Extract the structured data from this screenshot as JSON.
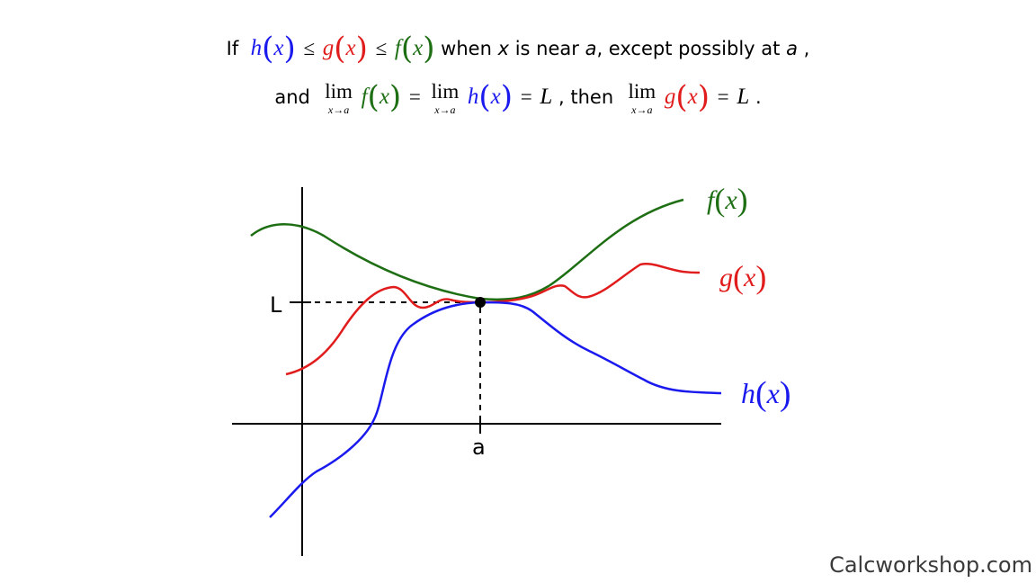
{
  "colors": {
    "h": "#1a1aee",
    "g": "#e01c1c",
    "f": "#1e6e14",
    "axes": "#000000",
    "credit": "#3a3a3a"
  },
  "statement": {
    "if": "If",
    "h_fn": "h",
    "g_fn": "g",
    "f_fn": "f",
    "var": "x",
    "lparen": "(",
    "rparen": ")",
    "leq": "≤",
    "eq": "=",
    "when_prefix": "when",
    "x_var": "x",
    "near": "is near",
    "a_var": "a",
    "except": ", except possibly at",
    "comma": ",",
    "and": "and",
    "lim": "lim",
    "lim_sub": "x→a",
    "L": "L",
    "then": ", then",
    "period": "."
  },
  "graph": {
    "labels": {
      "L": "L",
      "a": "a"
    },
    "curve_labels": {
      "f": "f",
      "g": "g",
      "h": "h",
      "var": "x",
      "lparen": "(",
      "rparen": ")"
    }
  },
  "credit": "Calcworkshop.com"
}
